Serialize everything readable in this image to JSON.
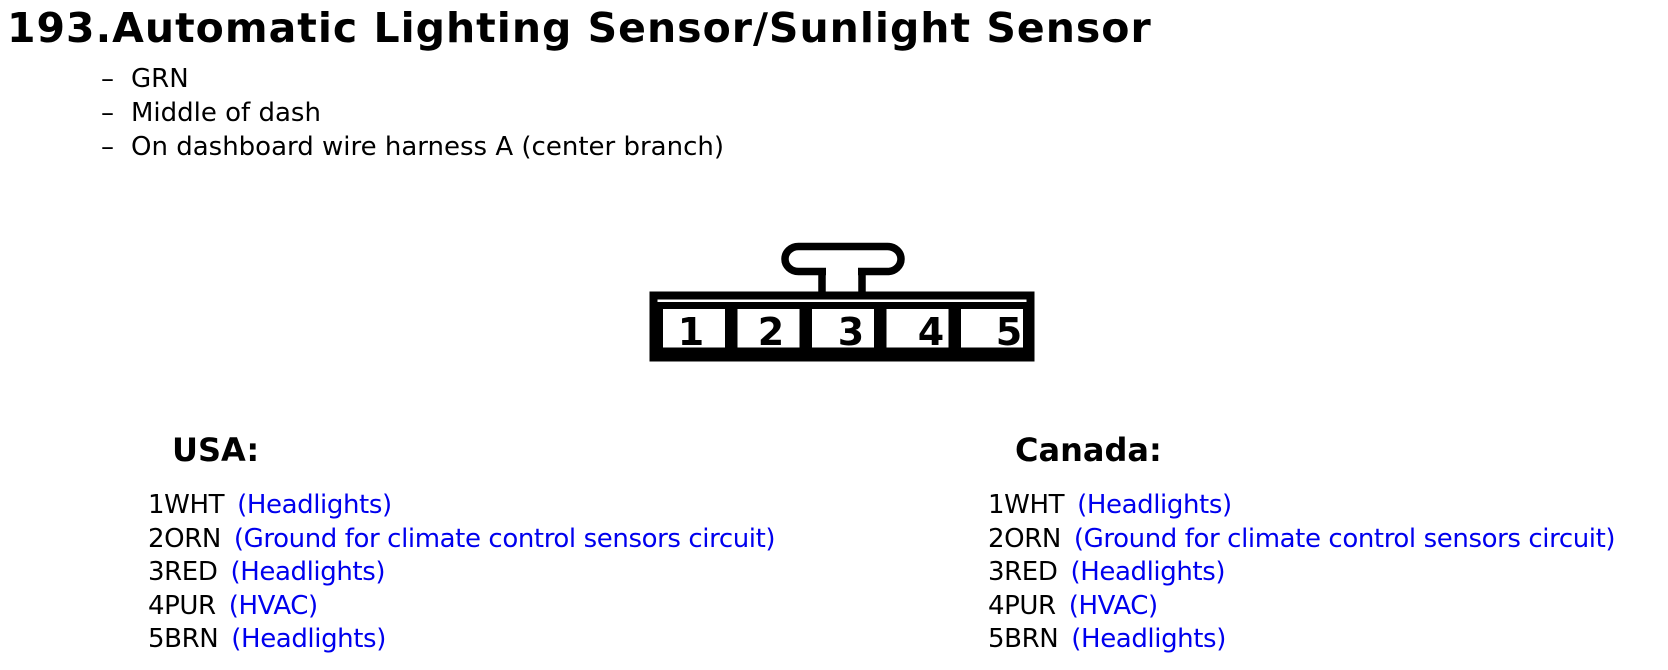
{
  "title": "193.Automatic Lighting Sensor/Sunlight Sensor",
  "bullet_marker": "–",
  "bullets": [
    "GRN",
    "Middle of dash",
    "On dashboard wire harness A (center branch)"
  ],
  "connector": {
    "pins": [
      "1",
      "2",
      "3",
      "4",
      "5"
    ]
  },
  "sections": {
    "usa": {
      "heading": "USA:",
      "rows": [
        {
          "pin": "1WHT",
          "desc": "(Headlights)"
        },
        {
          "pin": "2ORN",
          "desc": "(Ground for climate control sensors circuit)"
        },
        {
          "pin": "3RED",
          "desc": "(Headlights)"
        },
        {
          "pin": "4PUR",
          "desc": "(HVAC)"
        },
        {
          "pin": "5BRN",
          "desc": "(Headlights)"
        }
      ]
    },
    "canada": {
      "heading": "Canada:",
      "rows": [
        {
          "pin": "1WHT",
          "desc": "(Headlights)"
        },
        {
          "pin": "2ORN",
          "desc": "(Ground for climate control sensors circuit)"
        },
        {
          "pin": "3RED",
          "desc": "(Headlights)"
        },
        {
          "pin": "4PUR",
          "desc": "(HVAC)"
        },
        {
          "pin": "5BRN",
          "desc": "(Headlights)"
        }
      ]
    }
  },
  "colors": {
    "accent_blue": "#0000EE",
    "text": "#000000",
    "background": "#FFFFFF"
  }
}
